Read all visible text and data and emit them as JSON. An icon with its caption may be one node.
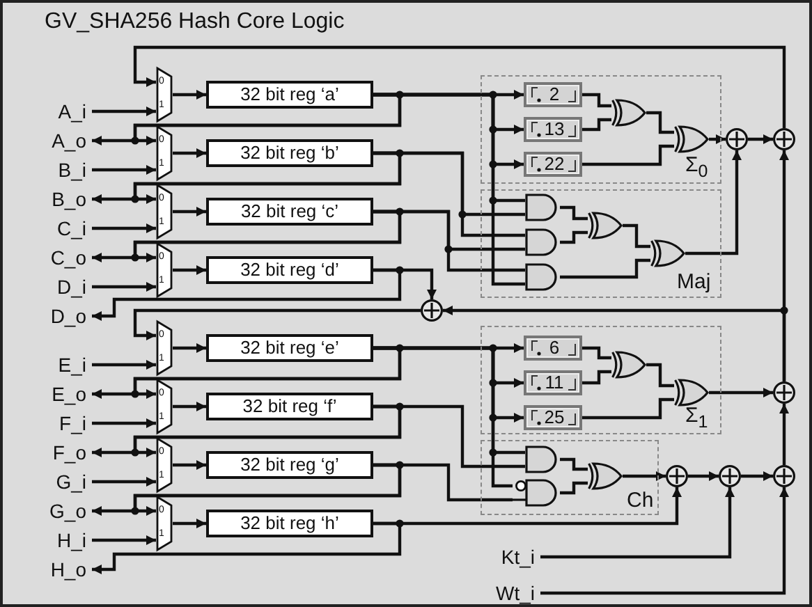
{
  "diagram": {
    "title": "GV_SHA256 Hash Core Logic",
    "nodes": [
      {
        "text": [
          "A_i"
        ]
      },
      {
        "text": [
          "A_o"
        ]
      },
      {
        "text": [
          "B_i"
        ]
      },
      {
        "text": [
          "B_o"
        ]
      },
      {
        "text": [
          "C_i"
        ]
      },
      {
        "text": [
          "C_o"
        ]
      },
      {
        "text": [
          "D_i"
        ]
      },
      {
        "text": [
          "D_o"
        ]
      },
      {
        "text": [
          "E_i"
        ]
      },
      {
        "text": [
          "E_o"
        ]
      },
      {
        "text": [
          "F_i"
        ]
      },
      {
        "text": [
          "F_o"
        ]
      },
      {
        "text": [
          "G_i"
        ]
      },
      {
        "text": [
          "G_o"
        ]
      },
      {
        "text": [
          "H_i"
        ]
      },
      {
        "text": [
          "H_o"
        ]
      },
      {
        "text": [
          "0",
          "1"
        ]
      },
      {
        "text": [
          "0",
          "1"
        ]
      },
      {
        "text": [
          "0",
          "1"
        ]
      },
      {
        "text": [
          "0",
          "1"
        ]
      },
      {
        "text": [
          "0",
          "1"
        ]
      },
      {
        "text": [
          "0",
          "1"
        ]
      },
      {
        "text": [
          "0",
          "1"
        ]
      },
      {
        "text": [
          "0",
          "1"
        ]
      },
      {
        "text": [
          "32 bit reg ‘a’"
        ]
      },
      {
        "text": [
          "32 bit reg ‘b’"
        ]
      },
      {
        "text": [
          "32 bit reg ‘c’"
        ]
      },
      {
        "text": [
          "32 bit reg ‘d’"
        ]
      },
      {
        "text": [
          "32 bit reg ‘e’"
        ]
      },
      {
        "text": [
          "32 bit reg ‘f’"
        ]
      },
      {
        "text": [
          "32 bit reg ‘g’"
        ]
      },
      {
        "text": [
          "32 bit reg ‘h’"
        ]
      },
      {
        "text": [
          "Σ$_{0}$"
        ]
      },
      {
        "text": [
          "2"
        ],
        "in": 32
      },
      {
        "text": [
          "13"
        ],
        "in": 32
      },
      {
        "text": [
          "22"
        ],
        "in": 32
      },
      {
        "text": [],
        "shape": "gate",
        "in": 32
      },
      {
        "text": [],
        "shape": "gate",
        "in": 32
      },
      {
        "text": [
          "Maj"
        ]
      },
      {
        "text": [],
        "shape": "gate",
        "in": 38
      },
      {
        "text": [],
        "shape": "gate",
        "in": 38
      },
      {
        "text": [],
        "shape": "gate",
        "in": 38
      },
      {
        "text": [],
        "shape": "gate",
        "in": 38
      },
      {
        "text": [],
        "shape": "gate",
        "in": 38
      },
      {
        "text": [
          "Σ$_{1}$"
        ]
      },
      {
        "text": [
          "6"
        ],
        "in": 44
      },
      {
        "text": [
          "11"
        ],
        "in": 44
      },
      {
        "text": [
          "25"
        ],
        "in": 44
      },
      {
        "text": [],
        "shape": "gate",
        "in": 44
      },
      {
        "text": [],
        "shape": "gate",
        "in": 44
      },
      {
        "text": [
          "Ch"
        ]
      },
      {
        "text": [],
        "shape": "gate",
        "in": 50
      },
      {
        "text": [],
        "shape": "gate",
        "in": 50
      },
      {
        "text": [],
        "shape": "gate",
        "in": 50
      },
      {
        "text": [],
        "shape": "circle"
      },
      {
        "text": [],
        "shape": "circle"
      },
      {
        "text": [],
        "shape": "circle"
      },
      {
        "text": [],
        "shape": "circle"
      },
      {
        "text": [],
        "shape": "circle"
      },
      {
        "text": [],
        "shape": "circle"
      },
      {
        "text": [],
        "shape": "circle"
      },
      {
        "text": [
          "Kt_i"
        ]
      },
      {
        "text": [
          "Wt_i"
        ]
      }
    ],
    "edges": [
      {
        "from": 0,
        "to": 16,
        "arrow": "to"
      },
      {
        "from": 2,
        "to": 17,
        "arrow": "to"
      },
      {
        "from": 4,
        "to": 18,
        "arrow": "to"
      },
      {
        "from": 6,
        "to": 19,
        "arrow": "to"
      },
      {
        "from": 8,
        "to": 20,
        "arrow": "to"
      },
      {
        "from": 10,
        "to": 21,
        "arrow": "to"
      },
      {
        "from": 12,
        "to": 22,
        "arrow": "to"
      },
      {
        "from": 14,
        "to": 23,
        "arrow": "to"
      },
      {
        "from": 16,
        "to": 24,
        "arrow": "to"
      },
      {
        "from": 17,
        "to": 25,
        "arrow": "to"
      },
      {
        "from": 18,
        "to": 26,
        "arrow": "to"
      },
      {
        "from": 19,
        "to": 27,
        "arrow": "to"
      },
      {
        "from": 20,
        "to": 28,
        "arrow": "to"
      },
      {
        "from": 21,
        "to": 29,
        "arrow": "to"
      },
      {
        "from": 22,
        "to": 30,
        "arrow": "to"
      },
      {
        "from": 23,
        "to": 31,
        "arrow": "to"
      },
      {
        "from": 24,
        "to": 1,
        "arrow": "to"
      },
      {
        "from": 25,
        "to": 3,
        "arrow": "to"
      },
      {
        "from": 26,
        "to": 5,
        "arrow": "to"
      },
      {
        "from": 27,
        "to": 7,
        "arrow": "to"
      },
      {
        "from": 28,
        "to": 9,
        "arrow": "to"
      },
      {
        "from": 29,
        "to": 11,
        "arrow": "to"
      },
      {
        "from": 30,
        "to": 13,
        "arrow": "to"
      },
      {
        "from": 31,
        "to": 15,
        "arrow": "to"
      },
      {
        "from": 24,
        "to": 17,
        "arrow": "to"
      },
      {
        "from": 25,
        "to": 18,
        "arrow": "to"
      },
      {
        "from": 26,
        "to": 19,
        "arrow": "to"
      },
      {
        "from": 28,
        "to": 21,
        "arrow": "to"
      },
      {
        "from": 29,
        "to": 22,
        "arrow": "to"
      },
      {
        "from": 30,
        "to": 23,
        "arrow": "to"
      },
      {
        "from": 55,
        "to": 16,
        "arrow": "to"
      },
      {
        "from": 56,
        "to": 20,
        "arrow": "to"
      },
      {
        "from": 24,
        "to": 33,
        "arrow": "to"
      },
      {
        "from": 24,
        "to": 34,
        "arrow": "to"
      },
      {
        "from": 24,
        "to": 35,
        "arrow": "to"
      },
      {
        "from": 33,
        "to": 36,
        "arrow": "none"
      },
      {
        "from": 34,
        "to": 36,
        "arrow": "none"
      },
      {
        "from": 36,
        "to": 37,
        "arrow": "none"
      },
      {
        "from": 35,
        "to": 37,
        "arrow": "none"
      },
      {
        "from": 37,
        "to": 54,
        "arrow": "to"
      },
      {
        "from": 24,
        "to": 39,
        "arrow": "none"
      },
      {
        "from": 25,
        "to": 39,
        "arrow": "none"
      },
      {
        "from": 25,
        "to": 40,
        "arrow": "none"
      },
      {
        "from": 26,
        "to": 40,
        "arrow": "none"
      },
      {
        "from": 26,
        "to": 41,
        "arrow": "none"
      },
      {
        "from": 24,
        "to": 41,
        "arrow": "none"
      },
      {
        "from": 39,
        "to": 42,
        "arrow": "none"
      },
      {
        "from": 40,
        "to": 42,
        "arrow": "none"
      },
      {
        "from": 42,
        "to": 43,
        "arrow": "none"
      },
      {
        "from": 41,
        "to": 43,
        "arrow": "none"
      },
      {
        "from": 43,
        "to": 54,
        "arrow": "to"
      },
      {
        "from": 54,
        "to": 55,
        "arrow": "to"
      },
      {
        "from": 27,
        "to": 56,
        "arrow": "to"
      },
      {
        "from": 57,
        "to": 56,
        "arrow": "to"
      },
      {
        "from": 57,
        "to": 55,
        "arrow": "to"
      },
      {
        "from": 28,
        "to": 45,
        "arrow": "to"
      },
      {
        "from": 28,
        "to": 46,
        "arrow": "to"
      },
      {
        "from": 28,
        "to": 47,
        "arrow": "to"
      },
      {
        "from": 45,
        "to": 48,
        "arrow": "none"
      },
      {
        "from": 46,
        "to": 48,
        "arrow": "none"
      },
      {
        "from": 48,
        "to": 49,
        "arrow": "none"
      },
      {
        "from": 47,
        "to": 49,
        "arrow": "none"
      },
      {
        "from": 49,
        "to": 57,
        "arrow": "to"
      },
      {
        "from": 28,
        "to": 51,
        "arrow": "none"
      },
      {
        "from": 29,
        "to": 51,
        "arrow": "none"
      },
      {
        "from": 28,
        "to": 52,
        "arrow": "none"
      },
      {
        "from": 30,
        "to": 52,
        "arrow": "none"
      },
      {
        "from": 51,
        "to": 53,
        "arrow": "none"
      },
      {
        "from": 52,
        "to": 53,
        "arrow": "none"
      },
      {
        "from": 53,
        "to": 58,
        "arrow": "to"
      },
      {
        "from": 31,
        "to": 58,
        "arrow": "to"
      },
      {
        "from": 58,
        "to": 59,
        "arrow": "to"
      },
      {
        "from": 61,
        "to": 59,
        "arrow": "to"
      },
      {
        "from": 59,
        "to": 60,
        "arrow": "to"
      },
      {
        "from": 62,
        "to": 60,
        "arrow": "to"
      },
      {
        "from": 60,
        "to": 57,
        "arrow": "to"
      }
    ]
  }
}
